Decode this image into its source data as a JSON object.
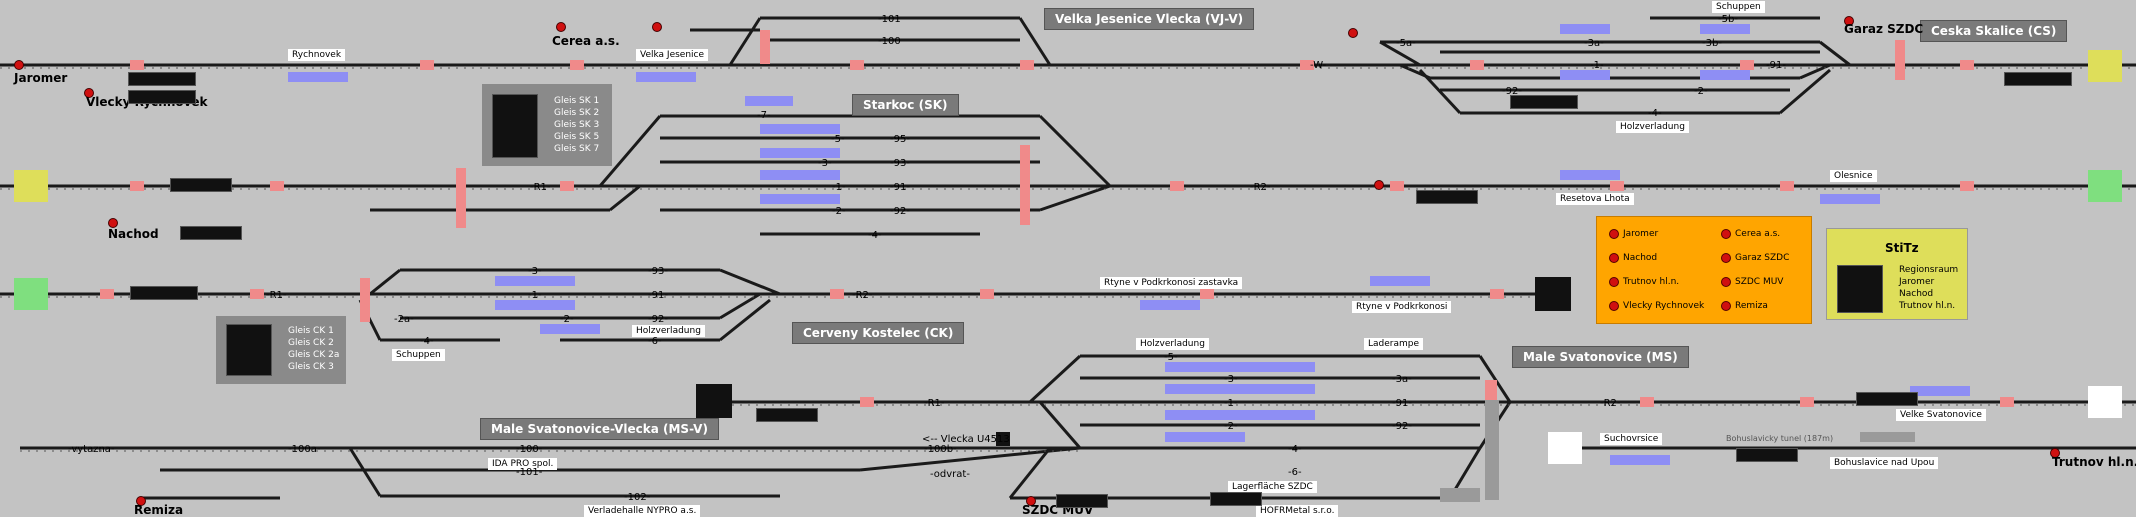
{
  "stations": {
    "velka_jesenice_vlecka": "Velka Jesenice Vlecka (VJ-V)",
    "starkoc": "Starkoc (SK)",
    "ceska_skalice": "Ceska Skalice (CS)",
    "cerveny_kostelec": "Cerveny Kostelec (CK)",
    "male_svatonovice": "Male Svatonovice (MS)",
    "male_svatonovice_vlecka": "Male Svatonovice-Vlecka (MS-V)"
  },
  "labels": {
    "jaromer": "Jaromer",
    "vlecky_rychnovek": "Vlecky Rychnovek",
    "rychnovek": "Rychnovek",
    "cerea": "Cerea a.s.",
    "velka_jesenice": "Velka Jesenice",
    "schuppen_top": "Schuppen",
    "garaz_szdc": "Garaz SZDC",
    "holzverladung_top": "Holzverladung",
    "nachod": "Nachod",
    "resetova_lhota": "Resetova Lhota",
    "olesnice": "Olesnice",
    "rtyne_zastavka": "Rtyne v Podkrkonosi zastavka",
    "rtyne": "Rtyne v Podkrkonosi",
    "holzverladung_ck": "Holzverladung",
    "schuppen_ck": "Schuppen",
    "holzverladung_ms": "Holzverladung",
    "laderampe": "Laderampe",
    "lagerflache": "Lagerfläche SZDC",
    "hofrmetal": "HOFRMetal s.r.o.",
    "ida_pro": "IDA PRO spol.",
    "verladehalle": "Verladehalle NYPRO a.s.",
    "remiza": "Remiza",
    "szdc_muv": "SZDC MUV",
    "suchovrsice": "Suchovrsice",
    "bohuslavicky_tunel": "Bohuslavicky tunel (187m)",
    "bohuslavice": "Bohuslavice nad Upou",
    "trutnov": "Trutnov hl.n.",
    "velke_svatonovice": "Velke Svatonovice",
    "vlecka_u4513": "<-- Vlecka U4513",
    "odvrat": "-odvrat-",
    "vytazna": "-vytazna-"
  },
  "track_numbers": {
    "vjv": [
      "-101",
      "-100",
      "-W-"
    ],
    "cs": [
      "-5a-",
      "-3a-",
      "-3b-",
      "-5b-",
      "-1-",
      "-91-",
      "-2-",
      "-92-",
      "-4-"
    ],
    "sk": [
      "-7-",
      "-95-",
      "-5-",
      "-3-",
      "-1-",
      "-93-",
      "-91-",
      "-2-",
      "-92-",
      "-4-",
      "-R1-",
      "-R2-"
    ],
    "ck": [
      "-R1-",
      "-3-",
      "-93-",
      "-1-",
      "-91-",
      "-2a-",
      "-92-",
      "-2-",
      "-4-",
      "-6-",
      "-R2-"
    ],
    "ms": [
      "-5-",
      "-3-",
      "-3a-",
      "-1-",
      "-91-",
      "-2-",
      "-92-",
      "-4-",
      "-6-",
      "-R1-",
      "-R2-"
    ],
    "msv": [
      "-100a-",
      "-100-",
      "-100b-",
      "-101-",
      "-102-"
    ]
  },
  "legend_sk": [
    "Gleis SK 1",
    "Gleis SK 2",
    "Gleis SK 3",
    "Gleis SK 5",
    "Gleis SK 7"
  ],
  "legend_ck": [
    "Gleis CK 1",
    "Gleis CK 2",
    "Gleis CK 2a",
    "Gleis CK 3"
  ],
  "orange_panel": {
    "left": [
      "Jaromer",
      "Nachod",
      "Trutnov hl.n.",
      "Vlecky Rychnovek"
    ],
    "right": [
      "Cerea a.s.",
      "Garaz SZDC",
      "SZDC MUV",
      "Remiza"
    ]
  },
  "stitz_panel": {
    "title": "StiTz",
    "items": [
      "Regionsraum",
      "Jaromer",
      "Nachod",
      "Trutnov hl.n."
    ]
  },
  "colors": {
    "background": "#c3c3c3",
    "track": "#222222",
    "signal_red": "#d01010",
    "platform_blue": "#8e8ef4",
    "occupied_pink": "#f0a0a0",
    "exit_yellow": "#dede5a",
    "exit_green": "#7fdf7f",
    "panel_orange": "#ffa500",
    "panel_yellow": "#dede5a"
  }
}
